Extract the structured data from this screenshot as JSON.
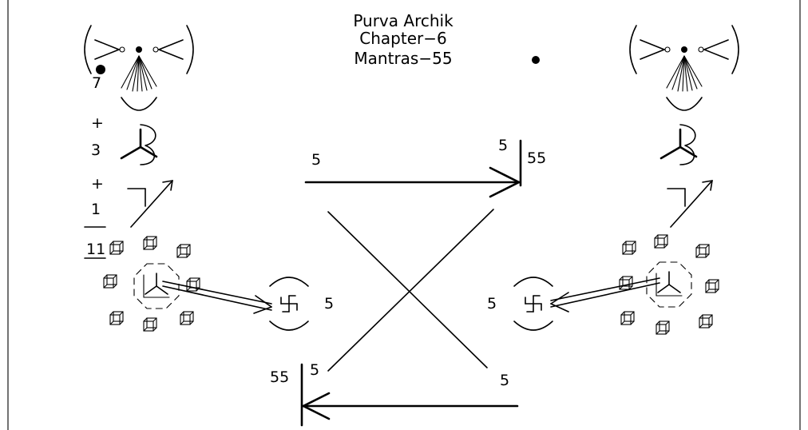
{
  "title": {
    "line1": "Purva Archik",
    "line2": "Chapter−6",
    "line3": "Mantras−55"
  },
  "left_column": {
    "value_7": "7",
    "plus_1": "+",
    "value_3": "3",
    "plus_2": "+",
    "value_1": "1",
    "value_11": "11"
  },
  "labels": {
    "top_arrow_left": "5",
    "top_arrow_right_small": "5",
    "top_arrow_right_big": "55",
    "swastika_left": "5",
    "swastika_right": "5",
    "bottom_left_big": "55",
    "bottom_left_small": "5",
    "bottom_right": "5"
  },
  "icons": [
    "sun-ray-icon",
    "spiral-icon",
    "upward-arrow-icon",
    "cube-icon",
    "swastika-icon",
    "three-spoke-icon"
  ],
  "colors": {
    "ink": "#000000",
    "background": "#ffffff"
  }
}
